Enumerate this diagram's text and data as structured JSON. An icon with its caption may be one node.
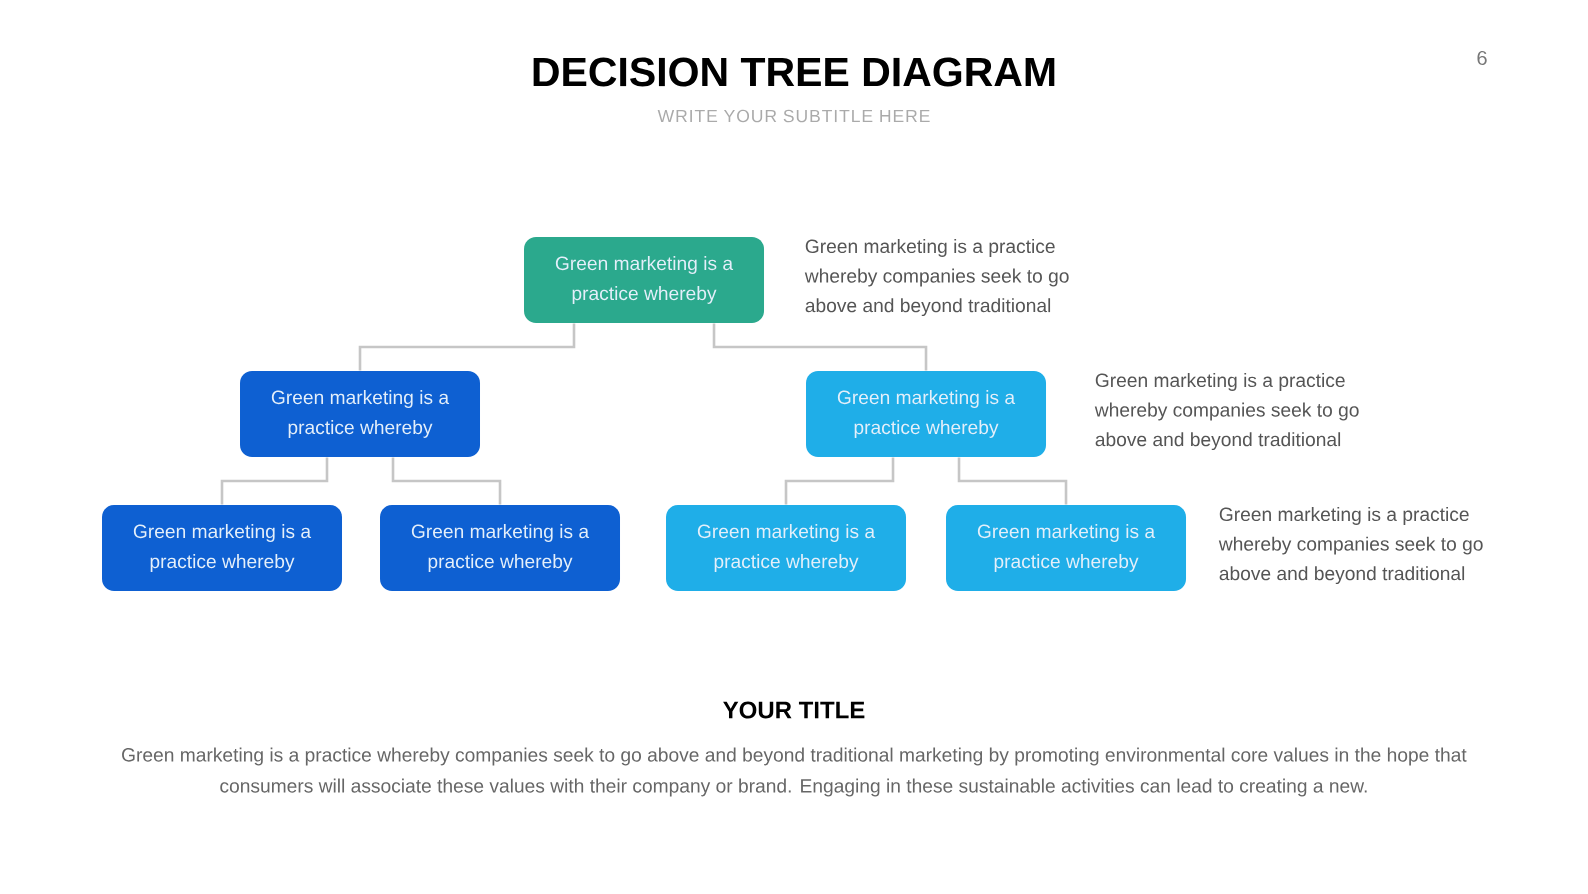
{
  "diagram": {
    "title": "DECISION TREE DIAGRAM",
    "nodes": [
      {
        "text": [
          "Green marketing is a practice whereby"
        ],
        "beside": [
          "Green marketing is a practice whereby companies seek to go above and beyond traditional"
        ]
      },
      {
        "text": [
          "Green marketing is a practice whereby"
        ]
      },
      {
        "text": [
          "Green marketing is a practice whereby"
        ],
        "beside": [
          "Green marketing is a practice whereby companies seek to go above and beyond traditional"
        ]
      },
      {
        "text": [
          "Green marketing is a practice whereby"
        ]
      },
      {
        "text": [
          "Green marketing is a practice whereby"
        ]
      },
      {
        "text": [
          "Green marketing is a practice whereby"
        ]
      },
      {
        "text": [
          "Green marketing is a practice whereby"
        ],
        "beside": [
          "Green marketing is a practice whereby companies seek to go above and beyond traditional"
        ]
      }
    ],
    "edges": [
      {
        "from": 0,
        "to": 1,
        "arrow": "none"
      },
      {
        "from": 0,
        "to": 2,
        "arrow": "none"
      },
      {
        "from": 1,
        "to": 3,
        "arrow": "none"
      },
      {
        "from": 1,
        "to": 4,
        "arrow": "none"
      },
      {
        "from": 2,
        "to": 5,
        "arrow": "none"
      },
      {
        "from": 2,
        "to": 6,
        "arrow": "none"
      }
    ],
    "labels": [
      "6",
      "WRITE YOUR SUBTITLE HERE",
      "YOUR TITLE",
      "Green marketing is a practice whereby companies seek to go above and beyond traditional marketing by promoting environmental core values in the hope that consumers will associate these values with their company or brand. Engaging in these sustainable activities can lead to creating a new."
    ]
  }
}
